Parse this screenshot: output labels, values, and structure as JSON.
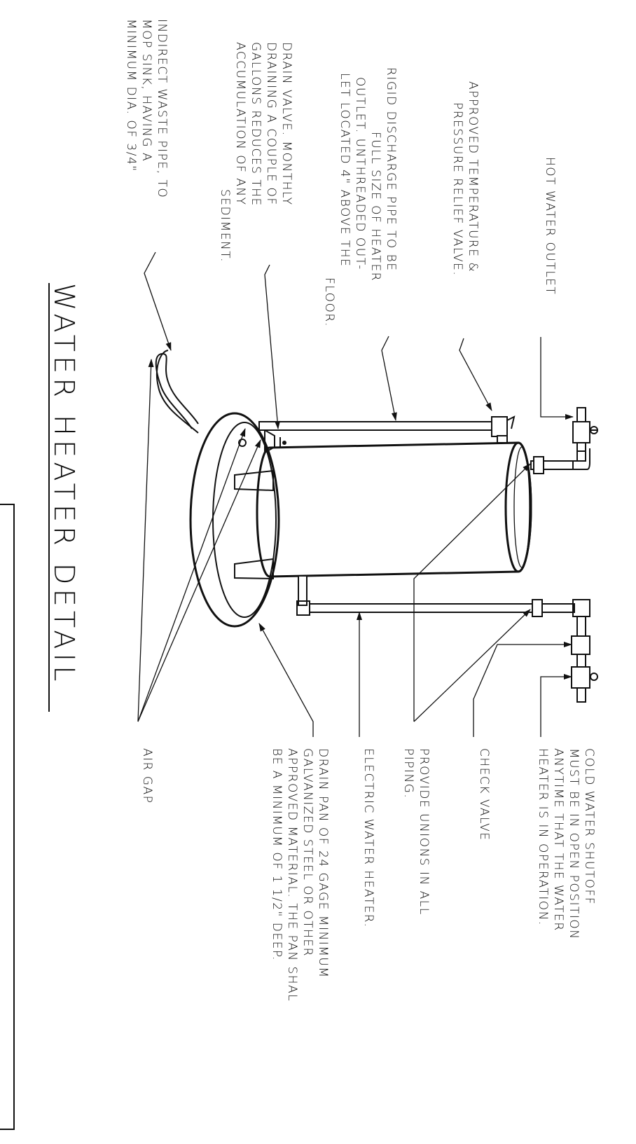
{
  "title": "WATER HEATER DETAIL",
  "callouts": {
    "hot_water_outlet": [
      "HOT WATER OUTLET"
    ],
    "tp_valve": [
      "APPROVED TEMPERATURE &",
      "PRESSURE RELIEF VALVE."
    ],
    "discharge_pipe": [
      "RIGID DISCHARGE PIPE TO BE",
      "FULL SIZE OF HEATER",
      "OUTLET. UNTHREADED OUT-",
      "LET LOCATED 4\" ABOVE THE",
      "FLOOR."
    ],
    "drain_valve": [
      "DRAIN VALVE. MONTHLY",
      "DRAINING A COUPLE OF",
      "GALLONS REDUCES THE",
      "ACCUMULATION OF ANY",
      "SEDIMENT."
    ],
    "waste_pipe": [
      "INDIRECT WASTE PIPE, TO",
      "MOP SINK, HAVING A",
      "MINIMUM DIA. OF 3/4\""
    ],
    "cold_water_shutoff": [
      "COLD WATER SHUTOFF",
      "MUST BE IN OPEN POSITION",
      "ANYTIME THAT THE WATER",
      "HEATER IS IN OPERATION."
    ],
    "check_valve": [
      "CHECK VALVE"
    ],
    "unions": [
      "PROVIDE UNIONS IN ALL",
      "PIPING."
    ],
    "electric_heater": [
      "ELECTRIC WATER HEATER."
    ],
    "drain_pan": [
      "DRAIN PAN OF 24 GAGE MINIMUM",
      "GALVANIZED STEEL OR OTHER",
      "APPROVED MATERIAL. THE PAN SHAL",
      "BE A MINIMUM OF 1 1/2\" DEEP."
    ],
    "air_gap": [
      "AIR GAP"
    ]
  },
  "colors": {
    "ink": "#111111",
    "background": "#ffffff"
  }
}
